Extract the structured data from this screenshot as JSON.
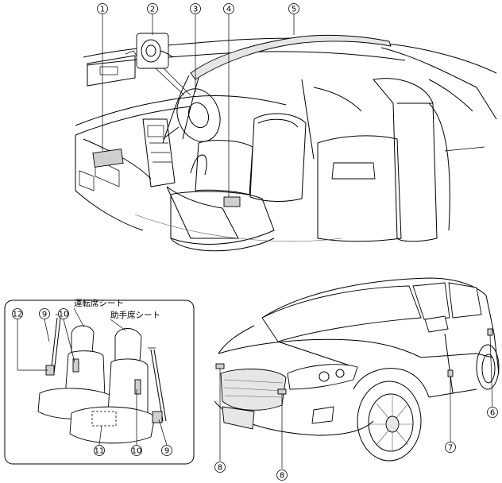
{
  "callouts": {
    "c1": "①",
    "c2": "②",
    "c3": "③",
    "c4": "④",
    "c5": "⑤",
    "c6": "⑥",
    "c7": "⑦",
    "c8a": "⑧",
    "c8b": "⑧",
    "c9a": "⑨",
    "c9b": "⑨",
    "c10a": "⑩",
    "c10b": "⑩",
    "c11": "⑪",
    "c12": "⑫"
  },
  "labels": {
    "driver_seat": "運転席シート",
    "passenger_seat": "助手席シート"
  }
}
